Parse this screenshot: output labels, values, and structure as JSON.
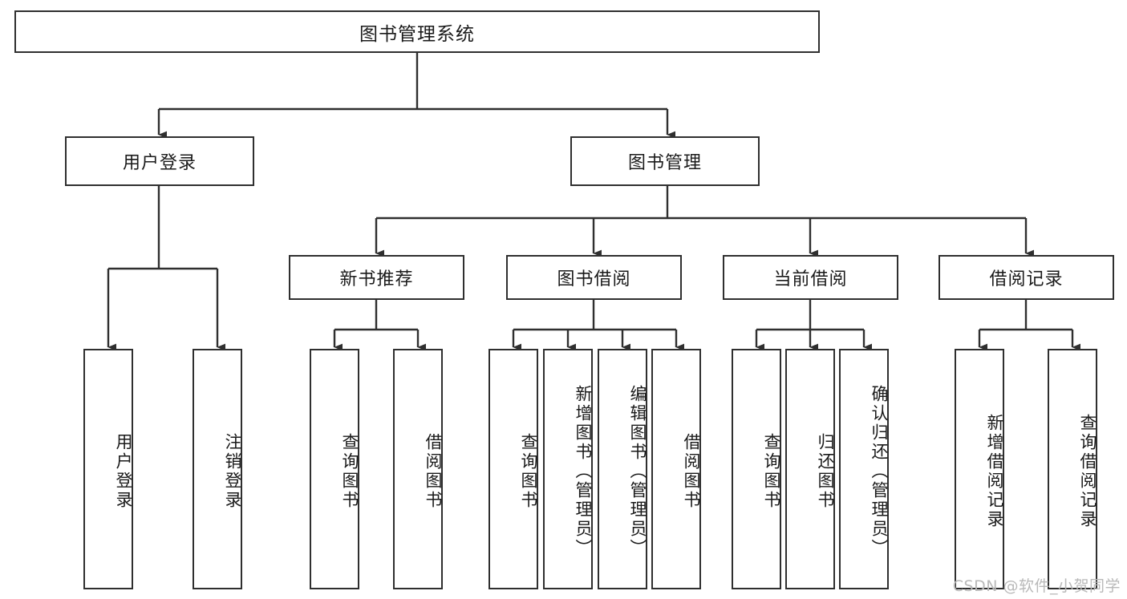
{
  "diagram": {
    "title": "图书管理系统",
    "watermark": "CSDN @软件_小贺同学",
    "colors": {
      "stroke": "#2f2f2f",
      "fill": "#ffffff",
      "text": "#1a1a1a",
      "watermark": "#b9b9b9"
    },
    "levels": {
      "root": {
        "label": "图书管理系统"
      },
      "level2": [
        {
          "label": "用户登录"
        },
        {
          "label": "图书管理"
        }
      ],
      "level3": [
        {
          "label": "新书推荐"
        },
        {
          "label": "图书借阅"
        },
        {
          "label": "当前借阅"
        },
        {
          "label": "借阅记录"
        }
      ],
      "leaves": {
        "user_login": [
          {
            "label": "用户登录"
          },
          {
            "label": "注销登录"
          }
        ],
        "new_book_recommend": [
          {
            "label": "查询图书"
          },
          {
            "label": "借阅图书"
          }
        ],
        "book_borrow": [
          {
            "label": "查询图书"
          },
          {
            "label": "新增图书（管理员）"
          },
          {
            "label": "编辑图书（管理员）"
          },
          {
            "label": "借阅图书"
          }
        ],
        "current_borrow": [
          {
            "label": "查询图书"
          },
          {
            "label": "归还图书"
          },
          {
            "label": "确认归还（管理员）"
          }
        ],
        "borrow_record": [
          {
            "label": "新增借阅记录"
          },
          {
            "label": "查询借阅记录"
          }
        ]
      }
    }
  }
}
